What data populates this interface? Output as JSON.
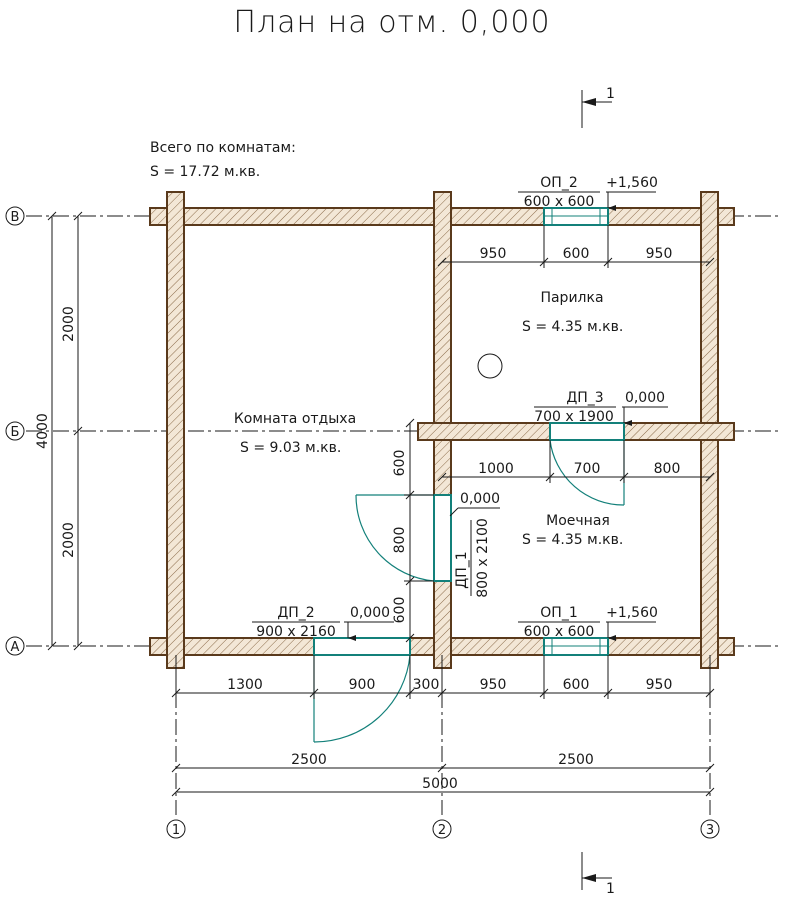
{
  "title": "План на отм. 0,000",
  "summary": {
    "heading": "Всего по комнатам:",
    "area_line": "S    =   17.72 м.кв."
  },
  "section_mark": "1",
  "axes": {
    "rows": [
      "В",
      "Б",
      "А"
    ],
    "columns": [
      "1",
      "2",
      "3"
    ]
  },
  "rooms": [
    {
      "name": "Комната отдыха",
      "area": "S    = 9.03 м.кв."
    },
    {
      "name": "Парилка",
      "area": "S    = 4.35 м.кв."
    },
    {
      "name": "Моечная",
      "area": "S    = 4.35 м.кв."
    }
  ],
  "openings": {
    "op2": {
      "mark": "ОП_2",
      "size": "600 x 600",
      "level": "+1,560"
    },
    "op1": {
      "mark": "ОП_1",
      "size": "600 x 600",
      "level": "+1,560"
    },
    "dp3": {
      "mark": "ДП_3",
      "size": "700 x 1900",
      "level": "0,000"
    },
    "dp2": {
      "mark": "ДП_2",
      "size": "900 x 2160",
      "level": "0,000"
    },
    "dp1": {
      "mark": "ДП_1",
      "size": "800 x 2100",
      "level": "0,000"
    }
  },
  "dimensions": {
    "top_row": [
      "950",
      "600",
      "950"
    ],
    "middle_row": [
      "1000",
      "700",
      "800"
    ],
    "bottom_row": [
      "1300",
      "900",
      "300",
      "950",
      "600",
      "950"
    ],
    "halves": [
      "2500",
      "2500"
    ],
    "total_width": "5000",
    "left_parts": [
      "2000",
      "2000"
    ],
    "total_height": "4000",
    "partition_parts": [
      "600",
      "800",
      "600"
    ]
  }
}
